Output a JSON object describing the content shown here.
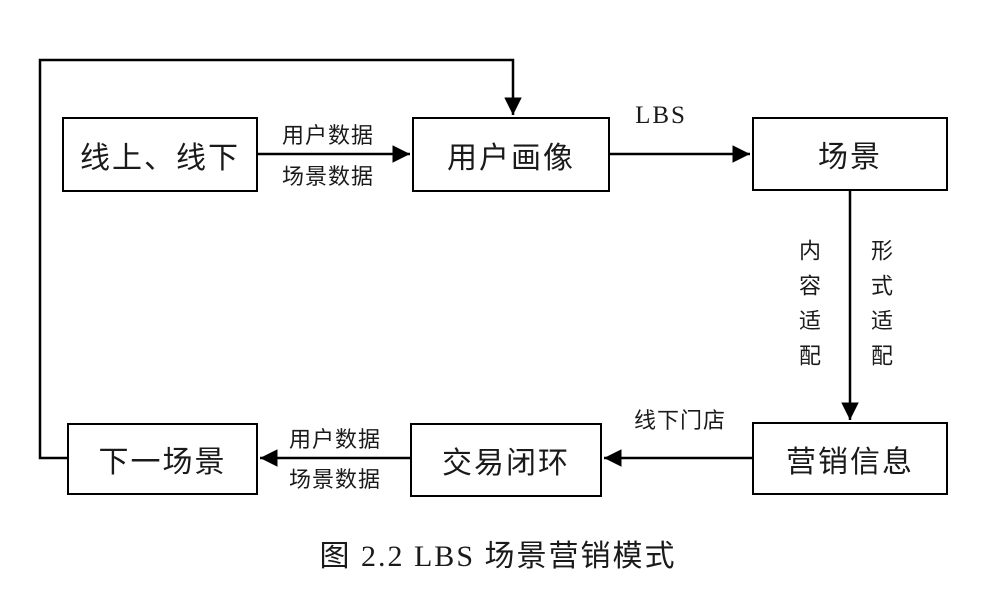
{
  "diagram": {
    "nodes": {
      "online_offline": "线上、线下",
      "user_portrait": "用户画像",
      "scene": "场景",
      "marketing_info": "营销信息",
      "transaction_loop": "交易闭环",
      "next_scene": "下一场景"
    },
    "edges": {
      "user_data_top": "用户数据",
      "scene_data_top": "场景数据",
      "lbs": "LBS",
      "content_adaptation": "内容适配",
      "form_adaptation": "形式适配",
      "offline_store": "线下门店",
      "user_data_bottom": "用户数据",
      "scene_data_bottom": "场景数据"
    },
    "caption": "图 2.2 LBS 场景营销模式",
    "colors": {
      "line": "#000000",
      "text": "#1a1a1a",
      "background": "#ffffff"
    }
  }
}
